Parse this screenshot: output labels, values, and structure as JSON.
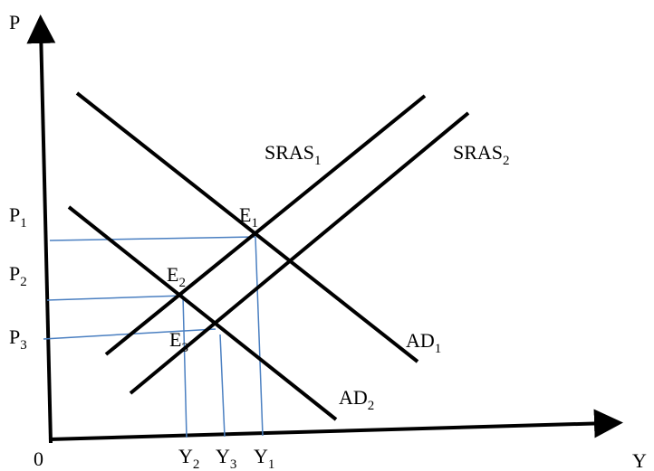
{
  "axes": {
    "y_label": "P",
    "x_label": "Y",
    "origin_label": "0"
  },
  "curves": {
    "sras1": {
      "base": "SRAS",
      "sub": "1"
    },
    "sras2": {
      "base": "SRAS",
      "sub": "2"
    },
    "ad1": {
      "base": "AD",
      "sub": "1"
    },
    "ad2": {
      "base": "AD",
      "sub": "2"
    }
  },
  "equilibria": {
    "e1": {
      "base": "E",
      "sub": "1"
    },
    "e2": {
      "base": "E",
      "sub": "2"
    },
    "e3": {
      "base": "E",
      "sub": "3"
    }
  },
  "price_levels": {
    "p1": {
      "base": "P",
      "sub": "1"
    },
    "p2": {
      "base": "P",
      "sub": "2"
    },
    "p3": {
      "base": "P",
      "sub": "3"
    }
  },
  "output_levels": {
    "y1": {
      "base": "Y",
      "sub": "1"
    },
    "y2": {
      "base": "Y",
      "sub": "2"
    },
    "y3": {
      "base": "Y",
      "sub": "3"
    }
  }
}
